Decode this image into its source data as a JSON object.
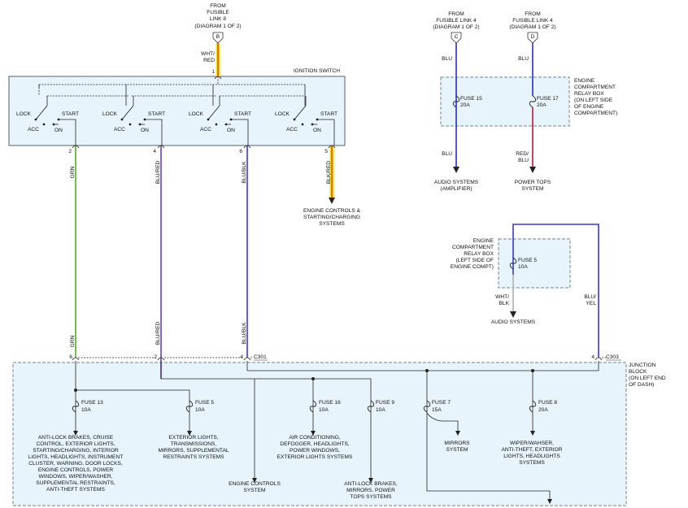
{
  "colors": {
    "wht_red": "#f5e60a",
    "wht_red_stripe": "#e01b1b",
    "grn": "#4caf1f",
    "blu_red": "#6a3cc8",
    "blu_blk": "#3a3ad0",
    "blk_red": "#f5e60a",
    "blu": "#2a2ad8",
    "red_blu": "#c0143c",
    "wht_blk": "#bfbfbf",
    "blu_yel": "#3a3ad0",
    "box_fill": "#e8f4fc"
  },
  "sources": {
    "fusible_link_8": [
      "FROM",
      "FUSIBLE",
      "LINK 8",
      "(DIAGRAM 1 OF 2)"
    ],
    "fusible_link_8_connector": "B",
    "fusible_link_4_c": [
      "FROM",
      "FUSIBLE LINK 4",
      "(DIAGRAM 1 OF 2)"
    ],
    "fusible_link_4_c_connector": "C",
    "fusible_link_4_d": [
      "FROM",
      "FUSIBLE LINK 4",
      "(DIAGRAM 1 OF 2)"
    ],
    "fusible_link_4_d_connector": "D"
  },
  "ignition_switch": {
    "title": "IGNITION SWITCH",
    "input_wire": [
      "WHT/",
      "RED"
    ],
    "input_pin": "1",
    "switches": [
      {
        "lock": "LOCK",
        "acc": "ACC",
        "start": "START",
        "on": "ON",
        "pin": "2",
        "wire": "GRN"
      },
      {
        "lock": "LOCK",
        "acc": "ACC",
        "start": "START",
        "on": "ON",
        "pin": "4",
        "wire": "BLU/RED"
      },
      {
        "lock": "LOCK",
        "acc": "ACC",
        "start": "START",
        "on": "ON",
        "pin": "6",
        "wire": "BLU/BLK"
      },
      {
        "lock": "LOCK",
        "acc": "ACC",
        "start": "START",
        "on": "ON",
        "pin": "5",
        "wire": "BLK/RED"
      }
    ],
    "engine_controls_label": [
      "ENGINE CONTROLS &",
      "STARTING/CHARGING",
      "SYSTEMS"
    ]
  },
  "relay_box_top": {
    "label": [
      "ENGINE",
      "COMPARTMENT",
      "RELAY BOX",
      "(ON LEFT SIDE",
      "OF ENGINE",
      "COMPARTMENT)"
    ],
    "fuses": [
      {
        "name": "FUSE 15",
        "rating": "20A",
        "wire_in": "BLU",
        "wire_out": "BLU",
        "dest": [
          "AUDIO SYSTEMS",
          "(AMPLIFIER)"
        ]
      },
      {
        "name": "FUSE 17",
        "rating": "20A",
        "wire_in": "BLU",
        "wire_out": [
          "RED/",
          "BLU"
        ],
        "dest": [
          "POWER TOPS",
          "SYSTEM"
        ]
      }
    ]
  },
  "relay_box_mid": {
    "label": [
      "ENGINE",
      "COMPARTMENT",
      "RELAY BOX",
      "(LEFT SIDE OF",
      "ENGINE COMPT)"
    ],
    "fuse": {
      "name": "FUSE 5",
      "rating": "10A"
    },
    "wire_out": [
      "WHT/",
      "BLK"
    ],
    "dest": "AUDIO SYSTEMS",
    "return_wire": [
      "BLU/",
      "YEL"
    ]
  },
  "junction_block": {
    "label": [
      "JUNCTION",
      "BLOCK",
      "(ON LEFT END",
      "OF DASH)"
    ],
    "connector_c301": "C301",
    "connector_c303": "C303",
    "pins": [
      "6",
      "2",
      "4",
      "4"
    ],
    "wires": [
      "GRN",
      "BLU/RED",
      "BLU/BLK"
    ],
    "fuses": [
      {
        "name": "FUSE 13",
        "rating": "10A",
        "dest": [
          "ANTI-LOCK BRAKES, CRUISE",
          "CONTROL, EXTERIOR LIGHTS,",
          "STARTING/CHARGING, INTERIOR",
          "LIGHTS, HEADLIGHTS, INSTRUMENT",
          "CLUSTER, WARNING, DOOR LOCKS,",
          "ENGINE CONTROLS, POWER",
          "WINDOWS, WIPER/WASHER,",
          "SUPPLEMENTAL RESTRAINTS,",
          "ANTI-THEFT SYSTEMS"
        ]
      },
      {
        "name": "FUSE 5",
        "rating": "10A",
        "dest": [
          "EXTERIOR LIGHTS,",
          "TRANSMISSIONS,",
          "MIRRORS, SUPPLEMENTAL",
          "RESTRAINTS SYSTEMS"
        ]
      },
      {
        "name": "FUSE 16",
        "rating": "10A",
        "dest": [
          "AIR CONDITIONING,",
          "DEFOGGER, HEADLIGHTS,",
          "POWER WINDOWS,",
          "EXTERIOR LIGHTS SYSTEMS"
        ]
      },
      {
        "name": "FUSE 9",
        "rating": "10A",
        "dest": [
          "ANTI-LOCK BRAKES,",
          "MIRRORS, POWER",
          "TOPS SYSTEMS"
        ]
      },
      {
        "name": "FUSE 7",
        "rating": "15A",
        "dest": [
          "MIRRORS",
          "SYSTEM"
        ]
      },
      {
        "name": "FUSE 8",
        "rating": "20A",
        "dest": [
          "WIPER/WAHSER,",
          "ANTI-THEFT, EXTERIOR",
          "LIGHTS, HEADLIGHTS",
          "SYSTEMS"
        ]
      }
    ],
    "engine_controls_dest": [
      "ENGINE CONTROLS",
      "SYSTEM"
    ]
  }
}
